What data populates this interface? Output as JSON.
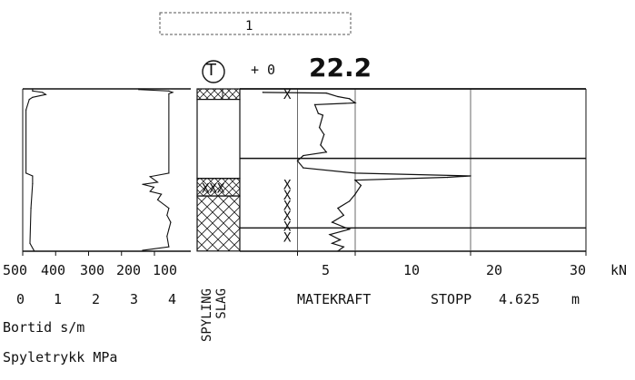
{
  "header": {
    "box_label": "1",
    "symbol": "T",
    "offset_label": "+ 0",
    "elevation": "22.2"
  },
  "chart_data": {
    "type": "line",
    "panels": [
      {
        "name": "Bortid / Spyletrykk",
        "xlabel": "Bortid s/m",
        "xlabel2": "Spyletrykk MPa",
        "x_ticks_bortid": [
          "500",
          "400",
          "300",
          "200",
          "100"
        ],
        "x_ticks_spyletrykk": [
          "0",
          "1",
          "2",
          "3",
          "4"
        ],
        "depth_ylim": [
          0,
          4.625
        ],
        "series": [
          {
            "name": "Bortid s/m",
            "points": [
              [
                470,
                0.0
              ],
              [
                470,
                0.06
              ],
              [
                440,
                0.1
              ],
              [
                430,
                0.16
              ],
              [
                470,
                0.24
              ],
              [
                480,
                0.3
              ],
              [
                490,
                0.6
              ],
              [
                490,
                2.4
              ],
              [
                470,
                2.48
              ],
              [
                470,
                2.7
              ],
              [
                475,
                3.4
              ],
              [
                478,
                4.4
              ],
              [
                465,
                4.62
              ]
            ]
          },
          {
            "name": "Spyletrykk MPa",
            "points": [
              [
                3.1,
                0.0
              ],
              [
                3.1,
                0.02
              ],
              [
                3.9,
                0.06
              ],
              [
                4.0,
                0.1
              ],
              [
                3.9,
                0.14
              ],
              [
                3.9,
                2.4
              ],
              [
                3.4,
                2.5
              ],
              [
                3.6,
                2.66
              ],
              [
                3.2,
                2.72
              ],
              [
                3.5,
                2.8
              ],
              [
                3.4,
                2.92
              ],
              [
                3.7,
                3.0
              ],
              [
                3.6,
                3.16
              ],
              [
                3.9,
                3.4
              ],
              [
                3.85,
                3.6
              ],
              [
                3.95,
                3.8
              ],
              [
                3.9,
                4.0
              ],
              [
                3.85,
                4.2
              ],
              [
                3.9,
                4.5
              ],
              [
                3.2,
                4.6
              ],
              [
                3.2,
                4.62
              ]
            ]
          }
        ]
      },
      {
        "name": "Spyling / Slag",
        "labels": [
          "SPYLING",
          "SLAG"
        ],
        "intervals": [
          {
            "from": 0.0,
            "to": 0.3,
            "hatch": "cross"
          },
          {
            "from": 0.3,
            "to": 2.55,
            "hatch": "none"
          },
          {
            "from": 2.55,
            "to": 3.05,
            "hatch": "cross",
            "marks": "XXX"
          },
          {
            "from": 3.05,
            "to": 4.62,
            "hatch": "diagonal"
          }
        ]
      },
      {
        "name": "Matekraft",
        "xlabel": "MATEKRAFT",
        "x_ticks": [
          "5",
          "10",
          "20",
          "30"
        ],
        "x_unit": "kN",
        "stop_label": "STOPP",
        "stop_depth": "4.625",
        "stop_unit": "m",
        "horizontal_lines": [
          0.0,
          1.98,
          3.96
        ],
        "x_markers": [
          0.15,
          2.72,
          3.02,
          3.32,
          3.62,
          3.92,
          4.22
        ],
        "series": [
          {
            "name": "Matekraft",
            "points": [
              [
                2.0,
                0.1
              ],
              [
                7.5,
                0.12
              ],
              [
                8.5,
                0.22
              ],
              [
                9.5,
                0.28
              ],
              [
                10.0,
                0.4
              ],
              [
                6.5,
                0.45
              ],
              [
                6.8,
                0.7
              ],
              [
                7.2,
                0.75
              ],
              [
                6.9,
                1.1
              ],
              [
                7.3,
                1.3
              ],
              [
                7.0,
                1.6
              ],
              [
                7.5,
                1.8
              ],
              [
                5.5,
                1.9
              ],
              [
                5.0,
                2.05
              ],
              [
                5.5,
                2.25
              ],
              [
                10.0,
                2.4
              ],
              [
                20.0,
                2.48
              ],
              [
                18.0,
                2.52
              ],
              [
                10.0,
                2.6
              ],
              [
                10.5,
                2.75
              ],
              [
                10.0,
                3.0
              ],
              [
                9.5,
                3.2
              ],
              [
                8.5,
                3.4
              ],
              [
                9.0,
                3.6
              ],
              [
                8.0,
                3.8
              ],
              [
                9.5,
                4.0
              ],
              [
                7.8,
                4.15
              ],
              [
                8.7,
                4.3
              ],
              [
                8.0,
                4.4
              ],
              [
                9.0,
                4.5
              ],
              [
                8.5,
                4.62
              ]
            ]
          }
        ]
      }
    ]
  }
}
